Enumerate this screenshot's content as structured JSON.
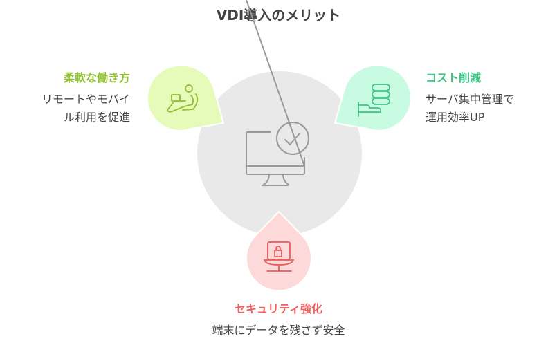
{
  "title": "VDI導入のメリット",
  "colors": {
    "flexible": "#8dbf30",
    "cost": "#3cc488",
    "security": "#f06060",
    "center": "#e9e9e9"
  },
  "items": [
    {
      "heading": "柔軟な働き方",
      "desc_line1": "リモートやモバイ",
      "desc_line2": "ル利用を促進",
      "icon": "person-with-laptop-icon"
    },
    {
      "heading": "コスト削減",
      "desc_line1": "サーバ集中管理で",
      "desc_line2": "運用効率UP",
      "icon": "server-hand-icon"
    },
    {
      "heading": "セキュリティ強化",
      "desc_line1": "端末にデータを残さず安全",
      "icon": "laptop-lock-icon"
    }
  ],
  "center_icon": "monitor-check-icon"
}
